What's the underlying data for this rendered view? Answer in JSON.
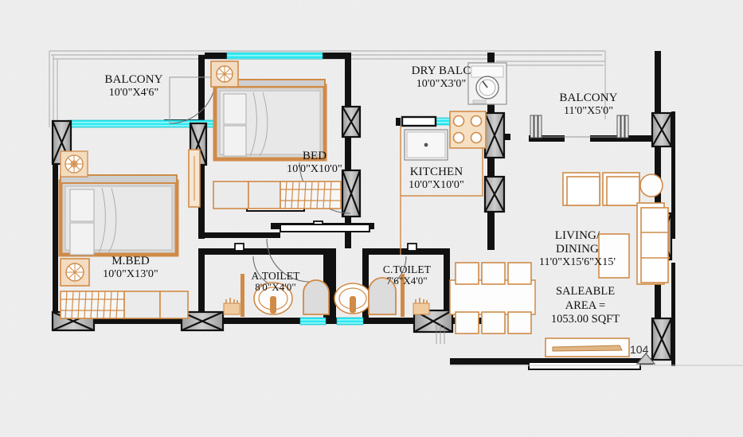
{
  "plan": {
    "title": "Residential Unit Floor Plan",
    "unit_number": "104",
    "background_color": "#efefef",
    "colors": {
      "wall": "#111111",
      "furniture": "#d08b48",
      "window_glass": "#25e8ef",
      "column_fill": "#c0c0c0",
      "outer_boundary": "#b5b5b5",
      "text": "#111111"
    },
    "saleable_area": {
      "line1": "SALEABLE",
      "line2": "AREA =",
      "line3": "1053.00 SQFT"
    },
    "rooms": [
      {
        "id": "balcony-left",
        "name": "BALCONY",
        "dimensions": "10'0\"X4'6\""
      },
      {
        "id": "bed",
        "name": "BED",
        "dimensions": "10'0\"X10'0\""
      },
      {
        "id": "dry-balcony",
        "name": "DRY BALC",
        "dimensions": "10'0\"X3'0\""
      },
      {
        "id": "balcony-right",
        "name": "BALCONY",
        "dimensions": "11'0\"X5'0\""
      },
      {
        "id": "kitchen",
        "name": "KITCHEN",
        "dimensions": "10'0\"X10'0\""
      },
      {
        "id": "master-bed",
        "name": "M.BED",
        "dimensions": "10'0\"X13'0\""
      },
      {
        "id": "attached-toilet",
        "name": "A.TOILET",
        "dimensions": "8'0\"X4'0\""
      },
      {
        "id": "common-toilet",
        "name": "C.TOILET",
        "dimensions": "7'6\"X4'0\""
      },
      {
        "id": "living-dining",
        "name_line1": "LIVING/",
        "name_line2": "DINING",
        "dimensions": "11'0\"X15'6\"X15'"
      }
    ],
    "fixtures": [
      "washing-machine",
      "kitchen-sink",
      "gas-stove-4-burner",
      "double-bed-master",
      "double-bed-secondary",
      "wardrobe-master",
      "wardrobe-secondary",
      "dressing-table",
      "ceiling-fan",
      "water-closet-a",
      "water-closet-c",
      "shower-a",
      "shower-c",
      "wash-basin-a",
      "wash-basin-c",
      "sofa-three-seater",
      "armchair-1",
      "armchair-2",
      "side-table-round",
      "centre-table",
      "dining-table-six-seater",
      "tv-console",
      "planter-1",
      "planter-2"
    ]
  }
}
